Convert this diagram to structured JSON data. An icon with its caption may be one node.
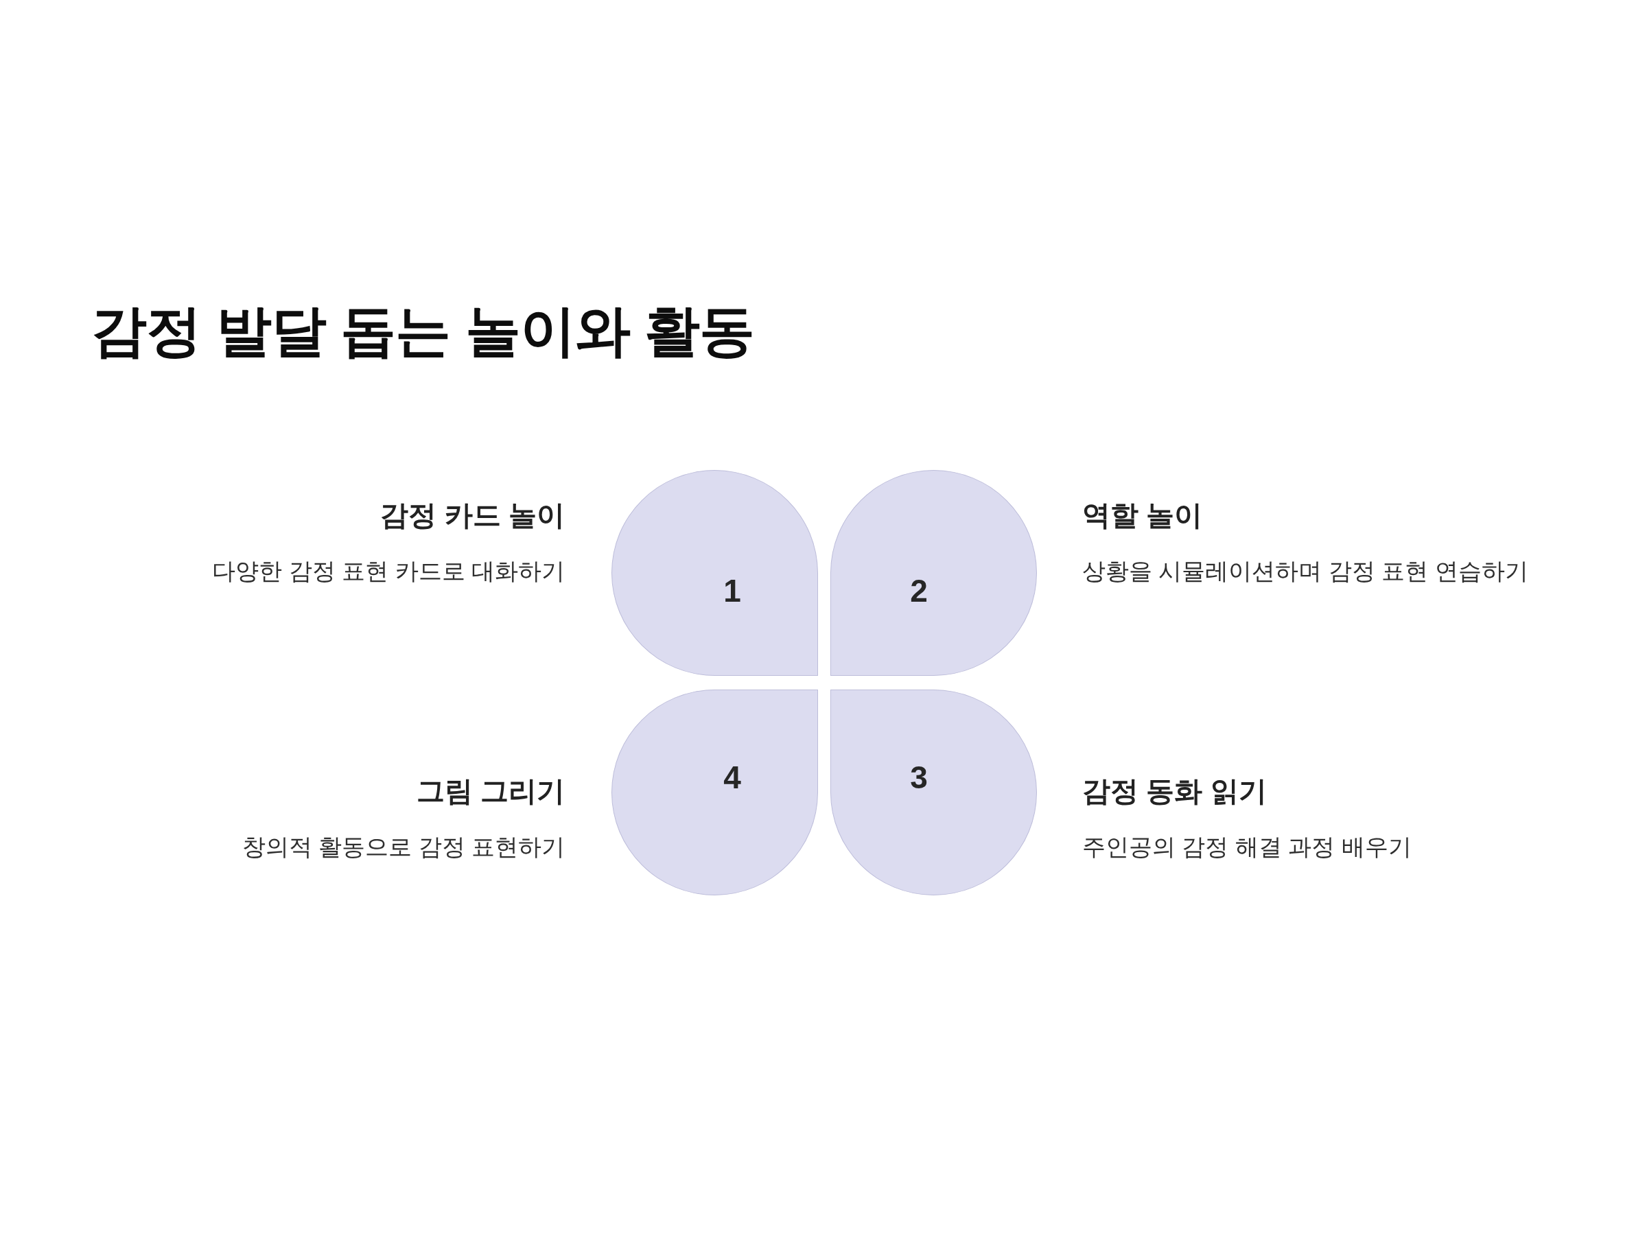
{
  "diagram": {
    "title": "감정 발달 돕는 놀이와 활동",
    "nodes": [
      {
        "text": [
          "1"
        ],
        "beside": [
          "감정 카드 놀이",
          "다양한 감정 표현 카드로 대화하기"
        ]
      },
      {
        "text": [
          "2"
        ],
        "beside": [
          "역할 놀이",
          "상황을 시뮬레이션하며 감정 표현 연습하기"
        ]
      },
      {
        "text": [
          "3"
        ],
        "beside": [
          "감정 동화 읽기",
          "주인공의 감정 해결 과정 배우기"
        ]
      },
      {
        "text": [
          "4"
        ],
        "beside": [
          "그림 그리기",
          "창의적 활동으로 감정 표현하기"
        ]
      }
    ]
  }
}
